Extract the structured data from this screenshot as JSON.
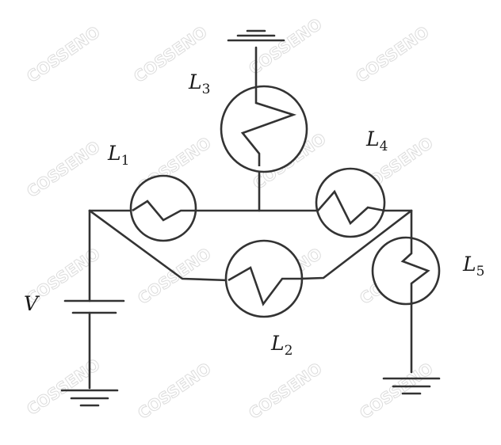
{
  "watermark": {
    "text": "COSSENO"
  },
  "labels": {
    "L1": {
      "letter": "L",
      "sub": "1"
    },
    "L2": {
      "letter": "L",
      "sub": "2"
    },
    "L3": {
      "letter": "L",
      "sub": "3"
    },
    "L4": {
      "letter": "L",
      "sub": "4"
    },
    "L5": {
      "letter": "L",
      "sub": "5"
    },
    "V": {
      "letter": "V"
    }
  },
  "colors": {
    "line": "#333333",
    "watermark": "#dcdcdc",
    "background": "#ffffff"
  }
}
